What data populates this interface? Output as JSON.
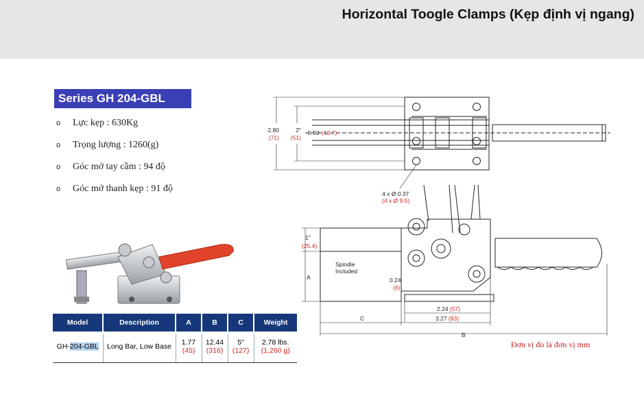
{
  "header": {
    "title": "Horizontal Toogle Clamps (Kẹp định vị ngang)"
  },
  "series": {
    "label": "Series GH 204-GBL"
  },
  "specs": [
    {
      "bullet": "o",
      "text": "Lực kẹp : 630Kg"
    },
    {
      "bullet": "o",
      "text": "Trọng lượng : 1260(g)"
    },
    {
      "bullet": "o",
      "text": "Góc mở tay cầm : 94 độ"
    },
    {
      "bullet": "o",
      "text": "Góc mở thanh kẹp : 91 độ"
    }
  ],
  "table": {
    "headers": [
      "Model",
      "Description",
      "A",
      "B",
      "C",
      "Weight"
    ],
    "row": {
      "model_prefix": "GH-",
      "model_highlight": "204-GBL",
      "description": "Long Bar, Low Base",
      "a": "1.77",
      "a_mm": "(45)",
      "b": "12.44",
      "b_mm": "(316)",
      "c": "5\"",
      "c_mm": "(127)",
      "weight": "2.78 lbs.",
      "weight_g": "(1,260 g)"
    }
  },
  "drawing": {
    "dim_280": "2.80",
    "dim_280_mm": "(71)",
    "dim_2": "2\"",
    "dim_2_mm": "(51)",
    "dim_050": "0.50",
    "dim_050_mm": "(12.7)",
    "holes": "4 x Ø 0.37",
    "holes_mm": "(4 x Ø 9.5)",
    "dim_1": "1\"",
    "dim_1_mm": "(25.4)",
    "label_a": "A",
    "spindle_1": "Spindle",
    "spindle_2": "Included",
    "dim_024": "0.24",
    "dim_024_mm": "(6)",
    "dim_224": "2.24",
    "dim_224_mm": "(57)",
    "label_c": "C",
    "dim_327": "3.27",
    "dim_327_mm": "(83)",
    "label_b": "B"
  },
  "note": {
    "unit": "Đơn vị đo là đơn vị mm"
  }
}
